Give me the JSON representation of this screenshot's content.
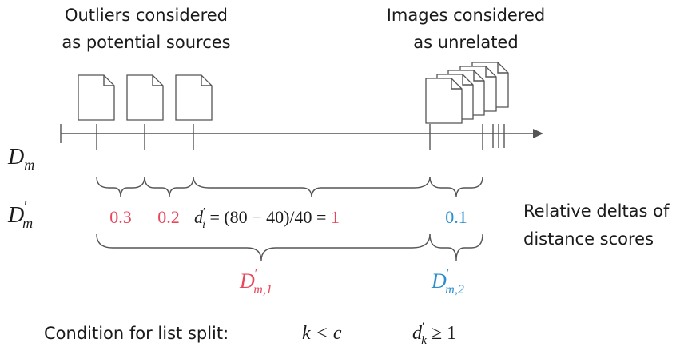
{
  "header": {
    "outliers_line1": "Outliers considered",
    "outliers_line2": "as potential sources",
    "unrelated_line1": "Images considered",
    "unrelated_line2": "as unrelated"
  },
  "rows": {
    "dm_label": "D",
    "dm_sub": "m",
    "dmp_label": "D",
    "dmp_sub": "m",
    "dmp_prime": "′"
  },
  "deltas": {
    "v1": "0.3",
    "v2": "0.2",
    "formula_d": "d",
    "formula_prime": "′",
    "formula_sub": "i",
    "formula_body": " = (80 − 40)/40 = ",
    "formula_result": "1",
    "v4": "0.1"
  },
  "groups": {
    "g1_label": "D",
    "g1_sub": "m,1",
    "g2_label": "D",
    "g2_sub": "m,2",
    "prime": "′"
  },
  "side_note": {
    "line1": "Relative deltas of",
    "line2": "distance scores"
  },
  "condition": {
    "label": "Condition for list split:",
    "expr1": "k < c",
    "expr2_d": "d",
    "expr2_prime": "′",
    "expr2_sub": "k",
    "expr2_rest": " ≥ 1"
  },
  "colors": {
    "red": "#e8465b",
    "blue": "#2a8fcb",
    "line": "#555555"
  },
  "icons": [
    "document-icon"
  ]
}
